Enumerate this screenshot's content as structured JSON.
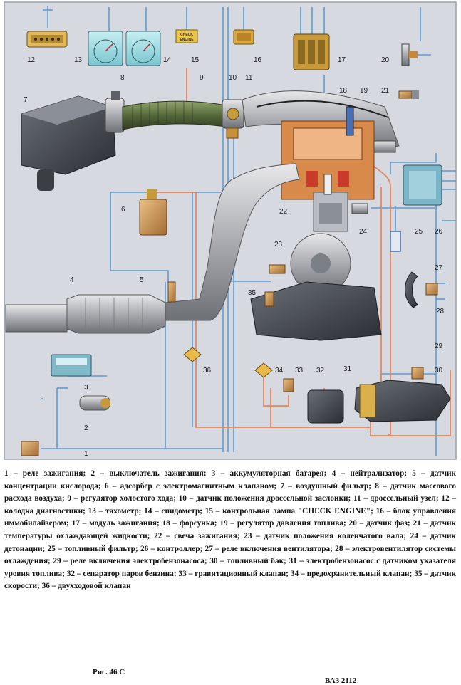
{
  "labels": [
    "1",
    "2",
    "3",
    "4",
    "5",
    "6",
    "7",
    "8",
    "9",
    "10",
    "11",
    "12",
    "13",
    "14",
    "15",
    "16",
    "17",
    "18",
    "19",
    "20",
    "21",
    "22",
    "23",
    "24",
    "25",
    "26",
    "27",
    "28",
    "29",
    "30",
    "31",
    "32",
    "33",
    "34",
    "35",
    "36"
  ],
  "check_lamp_text": [
    "CHECK",
    "ENGINE"
  ],
  "legend_text": "1 – реле зажигания; 2 – выключатель зажигания; 3 – аккумуляторная батарея; 4 – нейтрализатор; 5 – датчик концентрации кислорода; 6 – адсорбер с электромагнитным клапаном; 7 – воздушный фильтр; 8 – датчик массового расхода воздуха; 9 – регулятор холостого хода; 10 – датчик положения дроссельной заслонки; 11 – дроссельный узел; 12 – колодка диагностики; 13 – тахометр; 14 – спидометр; 15 – контрольная лампа \"CHECK ENGINE\"; 16 – блок управления иммобилайзером; 17 – модуль зажигания; 18 – форсунка; 19 – регулятор давления топлива; 20 – датчик фаз; 21 – датчик температуры охлаждающей жидкости; 22 – свеча зажигания; 23 – датчик положения коленчатого вала; 24 – датчик детонации; 25 – топливный фильтр; 26 – контроллер; 27 – реле включения вентилятора; 28 – электровентилятор системы охлаждения; 29 – реле включения электробензонасоса; 30 – топливный бак; 31 – электробензонасос с датчиком указателя уровня топлива; 32 – сепаратор паров бензина; 33 – гравитационный клапан; 34 – предохранительный клапан; 35 – датчик скорости; 36 – двухходовой клапан",
  "figure_title_left": "Рис. 46 С",
  "figure_title_right": "ВАЗ 2112",
  "colors": {
    "wire": "#5a9bd8",
    "fuel_line": "#e8855a",
    "frame_bg": "#d6d9e0",
    "border": "#9aa0b0"
  }
}
